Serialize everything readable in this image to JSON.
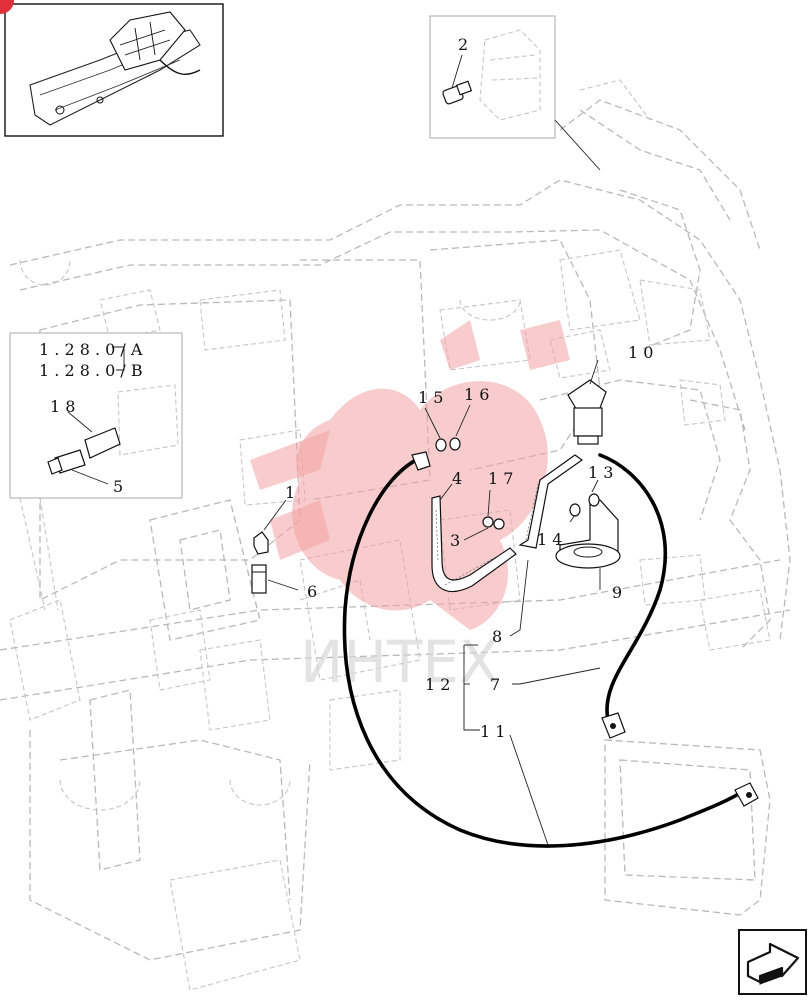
{
  "diagram": {
    "callouts": {
      "c1": "1",
      "c2": "2",
      "c3": "3",
      "c4": "4",
      "c5": "5",
      "c6": "6",
      "c7": "7",
      "c8": "8",
      "c9": "9",
      "c10": "1 0",
      "c11": "1 1",
      "c12": "1 2",
      "c13": "1 3",
      "c14": "1 4",
      "c15": "1 5",
      "c16": "1 6",
      "c17": "1 7",
      "c18": "1 8"
    },
    "references": {
      "ref_a": "1 . 2 8 . 0 / A",
      "ref_b": "1 . 2 8 . 0 / B"
    },
    "watermark_text": "ИНТЕХ",
    "colors": {
      "watermark": "#f3a3a3",
      "ghost_lines": "#b9b9b9",
      "cable": "#000000",
      "corner_badge": "#e0303a"
    }
  },
  "icons": [
    "locator-thumbnail",
    "nav-arrow-icon"
  ]
}
